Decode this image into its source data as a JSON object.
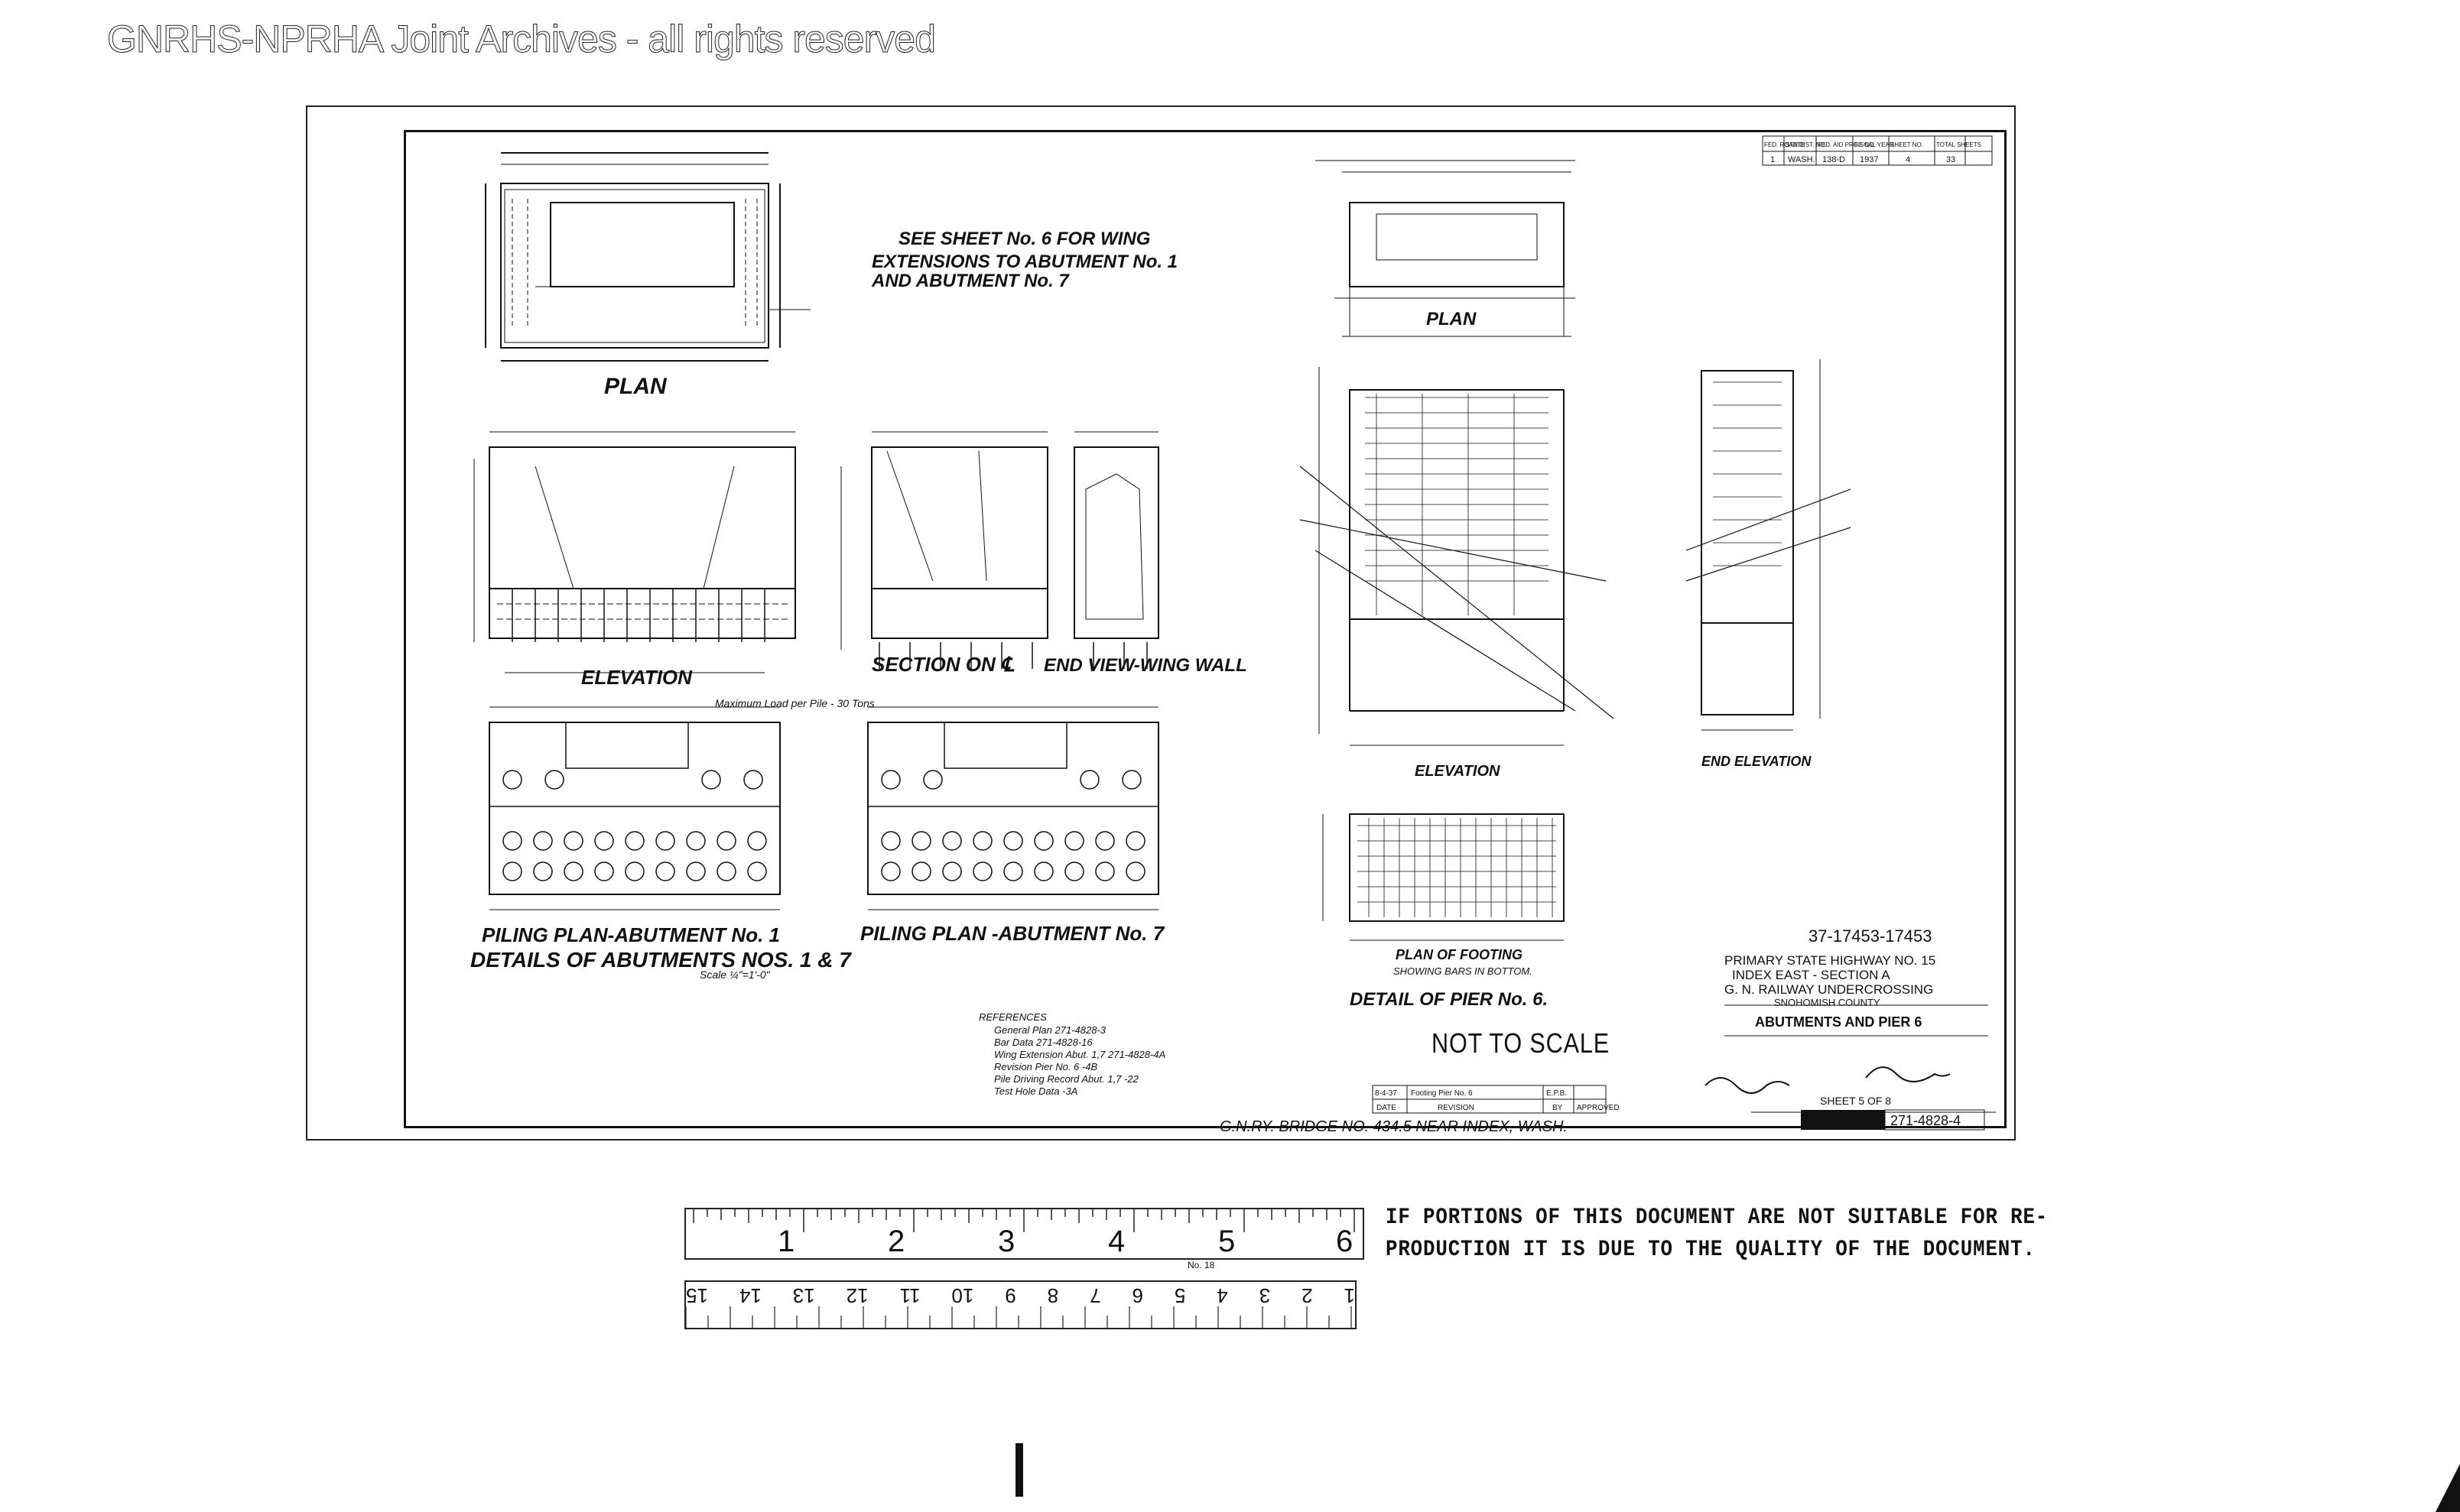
{
  "watermark": "GNRHS-NPRHA Joint Archives - all rights reserved",
  "note_wing": [
    "SEE SHEET No. 6 FOR WING",
    "EXTENSIONS TO ABUTMENT No. 1",
    "AND ABUTMENT No. 7"
  ],
  "views": {
    "plan_left": "PLAN",
    "elevation_left": "ELEVATION",
    "section": "SECTION ON ℄",
    "end_view": "END VIEW-WING WALL",
    "max_load": "Maximum Load per Pile - 30 Tons",
    "piling_1": "PILING PLAN-ABUTMENT No. 1",
    "piling_7": "PILING PLAN -ABUTMENT No. 7",
    "details_abutments": "DETAILS OF ABUTMENTS  NOS. 1 & 7",
    "scale": "Scale ¼\"=1'-0\"",
    "plan_pier": "PLAN",
    "elevation_pier": "ELEVATION",
    "end_elevation": "END ELEVATION",
    "plan_footing": "PLAN OF FOOTING",
    "footing_sub": "SHOWING BARS IN BOTTOM.",
    "detail_pier": "DETAIL OF PIER No. 6."
  },
  "references": {
    "heading": "REFERENCES",
    "items": [
      "General Plan   271-4828-3",
      "Bar Data  271-4828-16",
      "Wing Extension Abut. 1,7  271-4828-4A",
      "Revision Pier No. 6   -4B",
      "Pile Driving Record Abut. 1,7  -22",
      "Test Hole Data   -3A"
    ]
  },
  "not_to_scale": "NOT TO SCALE",
  "bridge_line": "G.N.RY. BRIDGE NO. 434.5 NEAR INDEX, WASH.",
  "title_block": {
    "number": "37-17453-17453",
    "line1": "PRIMARY STATE HIGHWAY NO. 15",
    "line2": "INDEX EAST - SECTION A",
    "line3": "G. N. RAILWAY UNDERCROSSING",
    "line4": "SNOHOMISH COUNTY",
    "title": "ABUTMENTS AND PIER 6",
    "sheet": "SHEET 5 OF 8",
    "drawing_no": "271-4828-4"
  },
  "route_table": {
    "headers": [
      "FED. ROAD DIST. NO.",
      "STATE",
      "FED. AID PROJ. NO.",
      "FISCAL YEAR",
      "SHEET NO.",
      "TOTAL SHEETS"
    ],
    "values": [
      "1",
      "WASH.",
      "138-D",
      "1937",
      "4",
      "33"
    ]
  },
  "revision_block": {
    "row": [
      "8-4-37",
      "Footing Pier No. 6",
      "E.P.B."
    ],
    "headers": [
      "DATE",
      "REVISION",
      "BY",
      "APPROVED"
    ]
  },
  "ruler": {
    "top_numbers": [
      "1",
      "2",
      "3",
      "4",
      "5",
      "6"
    ],
    "bottom_numbers": [
      "15",
      "14",
      "13",
      "12",
      "11",
      "10",
      "9",
      "8",
      "7",
      "6",
      "5",
      "4",
      "3",
      "2",
      "1"
    ],
    "label": "No. 18"
  },
  "repro_notice": [
    "IF PORTIONS OF THIS DOCUMENT ARE NOT SUITABLE FOR RE-",
    "PRODUCTION IT IS DUE TO THE QUALITY OF THE DOCUMENT."
  ]
}
